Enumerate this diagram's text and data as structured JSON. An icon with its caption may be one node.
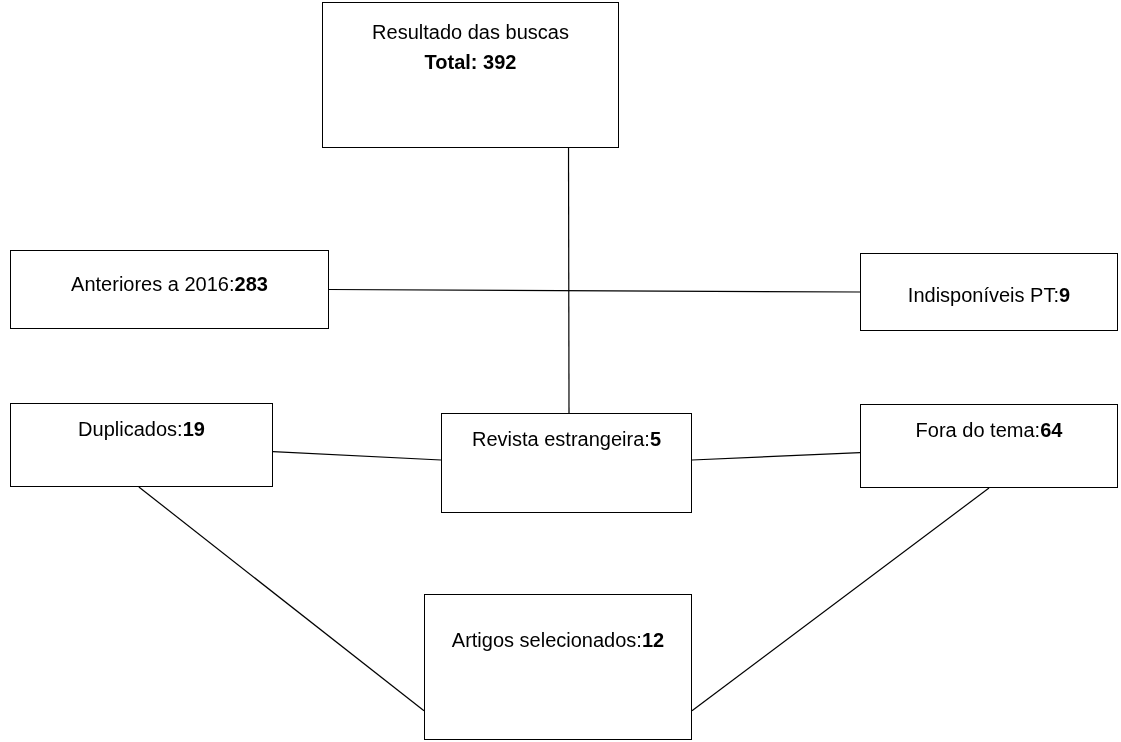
{
  "diagram": {
    "nodes": [
      {
        "text": [
          "Resultado das buscas",
          "Total: 392"
        ]
      },
      {
        "text": [
          "Anteriores a 2016:**283**"
        ]
      },
      {
        "text": [
          "Indisponíveis PT:**9**"
        ]
      },
      {
        "text": [
          "Duplicados:**19**"
        ]
      },
      {
        "text": [
          "Revista estrangeira:**5**"
        ]
      },
      {
        "text": [
          "Fora do tema:**64**"
        ]
      },
      {
        "text": [
          "Artigos selecionados:**12**"
        ]
      }
    ],
    "edges": [
      {
        "from": 0,
        "to": 4,
        "arrow": "none"
      },
      {
        "from": 1,
        "to": 2,
        "arrow": "none"
      },
      {
        "from": 3,
        "to": 4,
        "arrow": "none"
      },
      {
        "from": 4,
        "to": 5,
        "arrow": "none"
      },
      {
        "from": 3,
        "to": 6,
        "arrow": "none"
      },
      {
        "from": 5,
        "to": 6,
        "arrow": "none"
      }
    ]
  }
}
